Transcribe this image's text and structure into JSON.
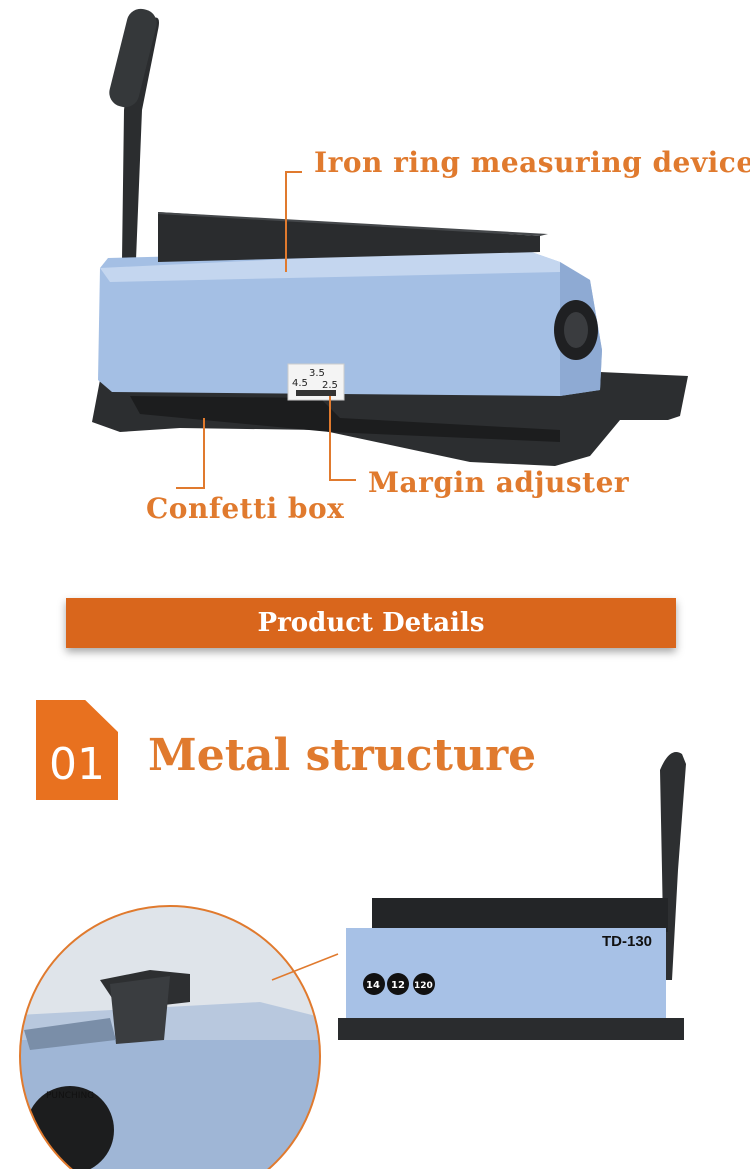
{
  "callouts": {
    "iron_ring": "Iron ring measuring device",
    "confetti": "Confetti box",
    "margin": "Margin adjuster"
  },
  "scale": {
    "top": "3.5",
    "left": "4.5",
    "right": "2.5"
  },
  "banner": {
    "label": "Product Details"
  },
  "section": {
    "number": "01",
    "title": "Metal structure"
  },
  "machine2": {
    "model": "TD-130",
    "badges": [
      "14",
      "12",
      "120"
    ],
    "dial_label": "PUNCHING"
  },
  "colors": {
    "accent": "#e07a2e",
    "banner": "#d9661c",
    "body_blue": "#a5bfe3",
    "dark": "#2a2a2a"
  }
}
